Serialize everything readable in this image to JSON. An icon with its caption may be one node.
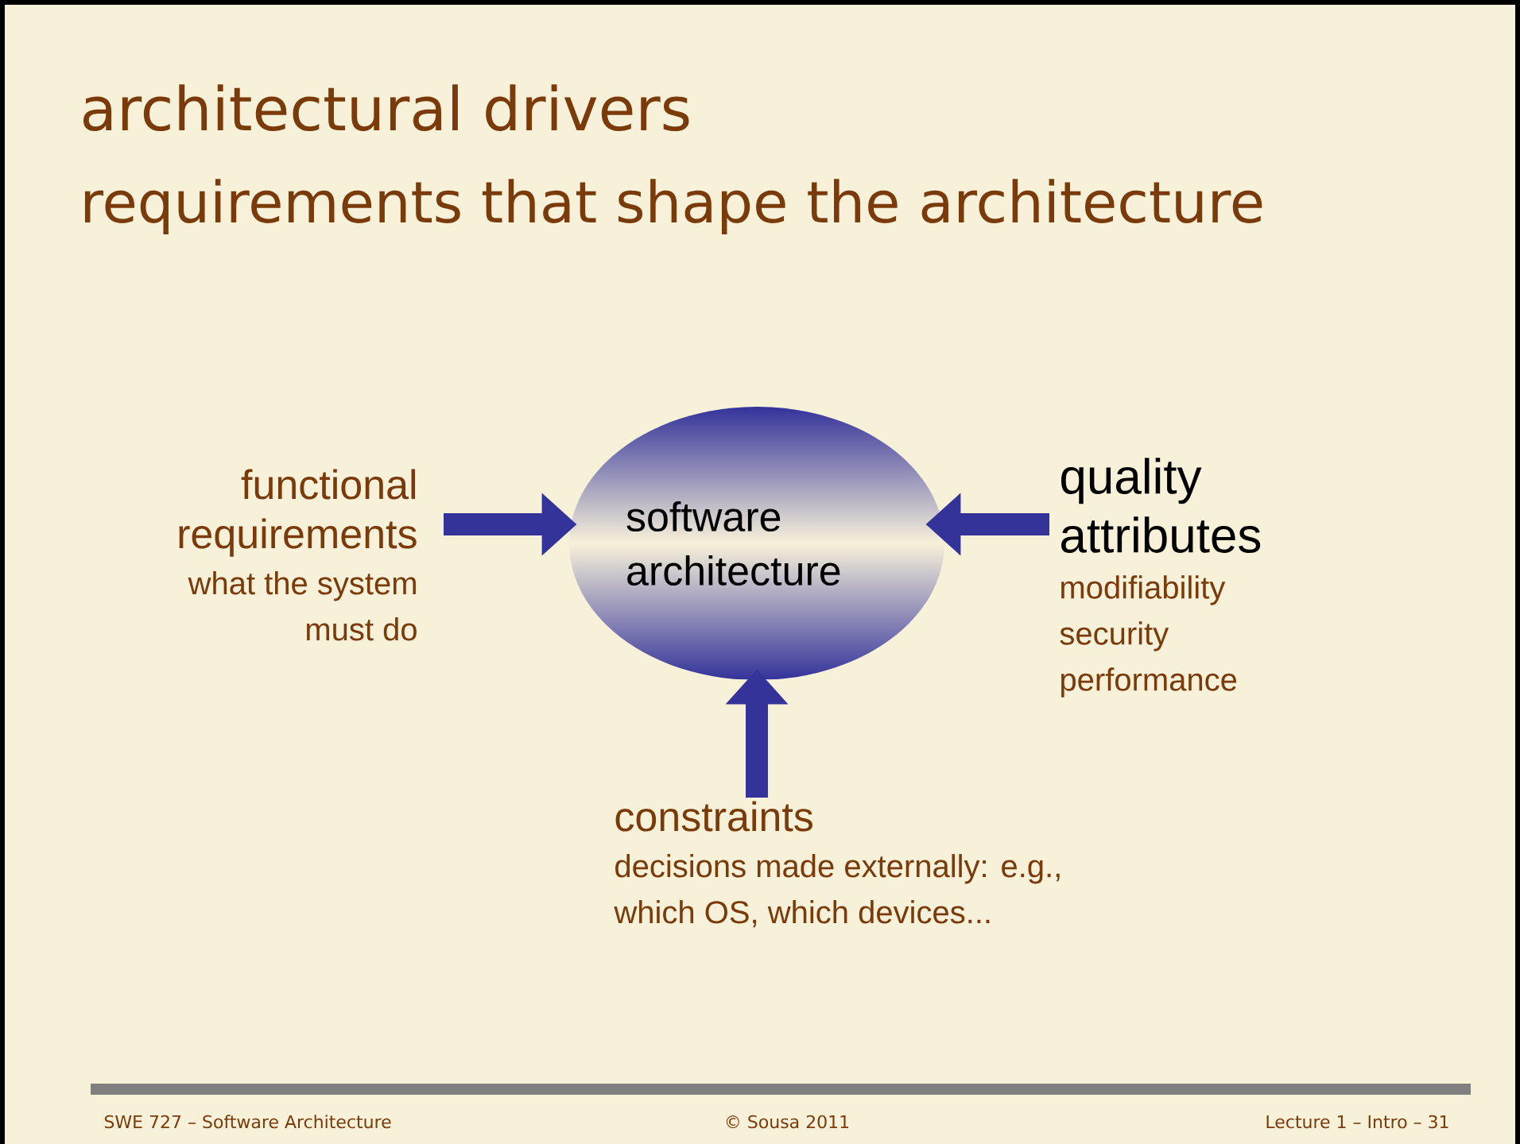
{
  "diagram": {
    "title": "architectural drivers",
    "nodes": [
      {
        "text": [
          "functional requirements",
          "what the system must do"
        ]
      },
      {
        "text": [
          "software architecture"
        ]
      },
      {
        "text": [
          "quality attributes",
          "modifiability security performance"
        ]
      },
      {
        "text": [
          "constraints",
          "decisions made externally: e.g., which OS, which devices..."
        ]
      }
    ],
    "edges": [
      {
        "from": 0,
        "to": 1,
        "arrow": "to"
      },
      {
        "from": 2,
        "to": 1,
        "arrow": "to"
      },
      {
        "from": 3,
        "to": 1,
        "arrow": "to"
      }
    ],
    "labels": [
      "requirements that shape the architecture",
      "SWE 727 – Software Architecture",
      "© Sousa 2011",
      "Lecture 1 – Intro – 31"
    ]
  }
}
